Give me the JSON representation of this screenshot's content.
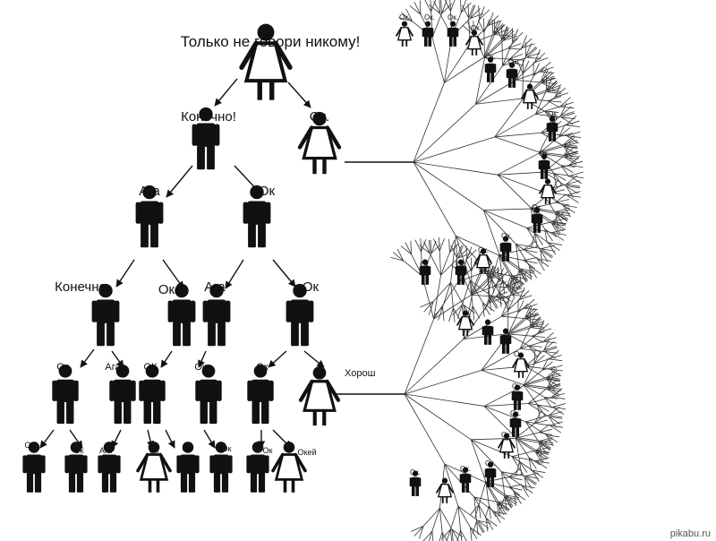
{
  "diagram": {
    "title": "Только не говори никому!",
    "watermark": "pikabu.ru",
    "root": {
      "gender": "f"
    },
    "level1": [
      {
        "label": "Конечно!",
        "gender": "m"
      },
      {
        "label": "Ок.",
        "gender": "f"
      }
    ],
    "level2": [
      {
        "label": "Ага",
        "gender": "m"
      },
      {
        "label": "Ок",
        "gender": "m"
      }
    ],
    "level3": [
      {
        "label": "Конечно",
        "gender": "m"
      },
      {
        "label": "Ок",
        "gender": "m"
      },
      {
        "label": "Ага",
        "gender": "m"
      },
      {
        "label": "Ок",
        "gender": "m"
      }
    ],
    "level4": [
      {
        "label": "Ок",
        "gender": "m"
      },
      {
        "label": "Ага",
        "gender": "m"
      },
      {
        "label": "ОК",
        "gender": "m"
      },
      {
        "label": "Ок",
        "gender": "m"
      },
      {
        "label": "Ок",
        "gender": "m"
      },
      {
        "label": "Хорош",
        "gender": "f"
      }
    ],
    "level5": [
      {
        "label": "Ок",
        "gender": "m"
      },
      {
        "label": "Ок",
        "gender": "m"
      },
      {
        "label": "Ага",
        "gender": "m"
      },
      {
        "label": "Ок",
        "gender": "f"
      },
      {
        "label": "Ок",
        "gender": "m"
      },
      {
        "label": "Ок",
        "gender": "m"
      },
      {
        "label": "Ок",
        "gender": "m"
      },
      {
        "label": "Окей",
        "gender": "f"
      }
    ],
    "fan_label": "Ок."
  }
}
